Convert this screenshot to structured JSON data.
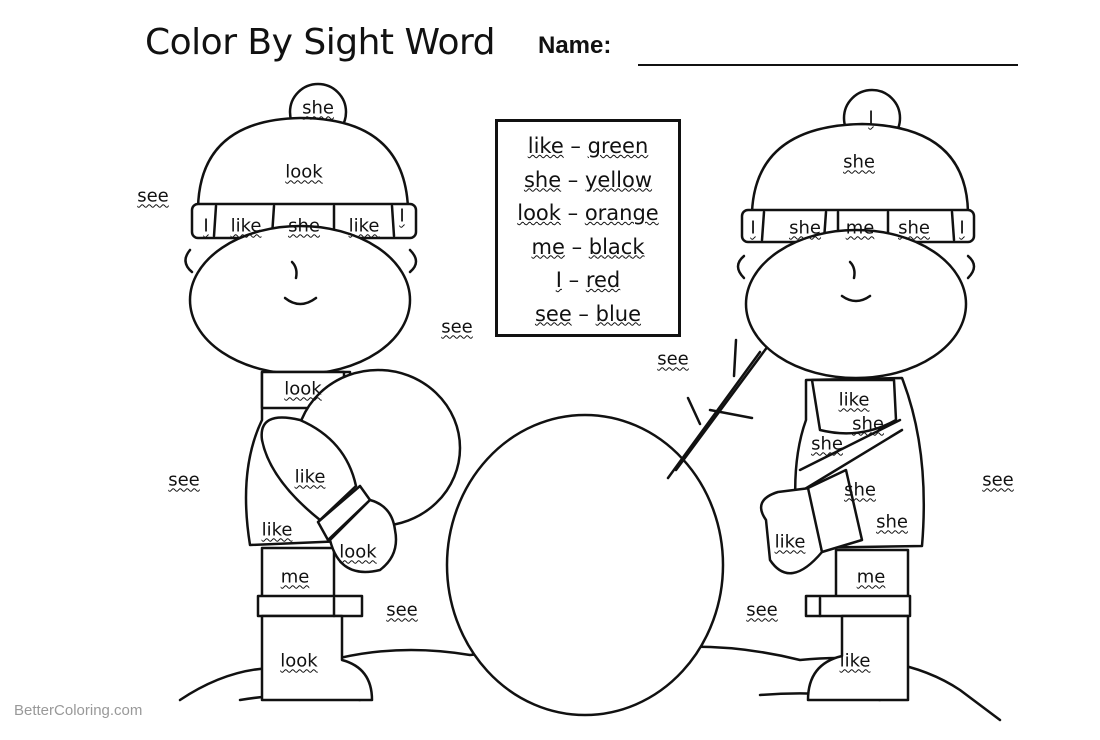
{
  "title": "Color By Sight Word",
  "name_label": "Name:",
  "legend": [
    {
      "word": "like",
      "color": "green"
    },
    {
      "word": "she",
      "color": "yellow"
    },
    {
      "word": "look",
      "color": "orange"
    },
    {
      "word": "me",
      "color": "black"
    },
    {
      "word": "I",
      "color": "red"
    },
    {
      "word": "see",
      "color": "blue"
    }
  ],
  "left_kid": {
    "hat_pompom": "she",
    "hat_top": "look",
    "band": [
      "I",
      "like",
      "she",
      "like",
      "I"
    ],
    "collar": "look",
    "mitten": "like",
    "sleeve": "like",
    "cuff": "look",
    "leg": "me",
    "boot": "look"
  },
  "right_kid": {
    "hat_pompom": "I",
    "hat_top": "she",
    "band": [
      "I",
      "she",
      "me",
      "she",
      "I"
    ],
    "scarf_1": "like",
    "scarf_2": "she",
    "scarf_3": "she",
    "coat_1": "she",
    "coat_2": "she",
    "mitten": "like",
    "leg": "me",
    "boot": "like"
  },
  "background": {
    "see_1": "see",
    "see_2": "see",
    "see_3": "see",
    "see_4": "see",
    "see_5": "see",
    "see_6": "see",
    "see_7": "see"
  },
  "watermark": "BetterColoring.com"
}
